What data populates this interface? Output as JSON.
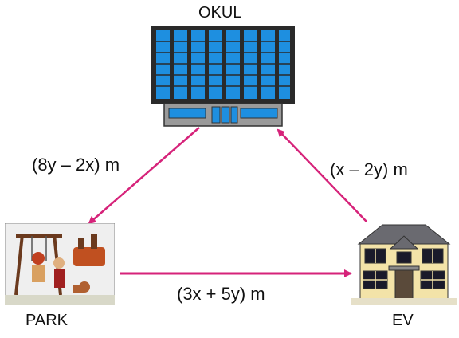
{
  "places": {
    "school": "OKUL",
    "park": "PARK",
    "home": "EV"
  },
  "edges": {
    "school_to_park": "(8y – 2x) m",
    "home_to_school": "(x – 2y) m",
    "park_to_home": "(3x + 5y) m"
  },
  "colors": {
    "arrow": "#d6237a",
    "building_blue": "#1e8fe0",
    "building_frame": "#222222"
  }
}
